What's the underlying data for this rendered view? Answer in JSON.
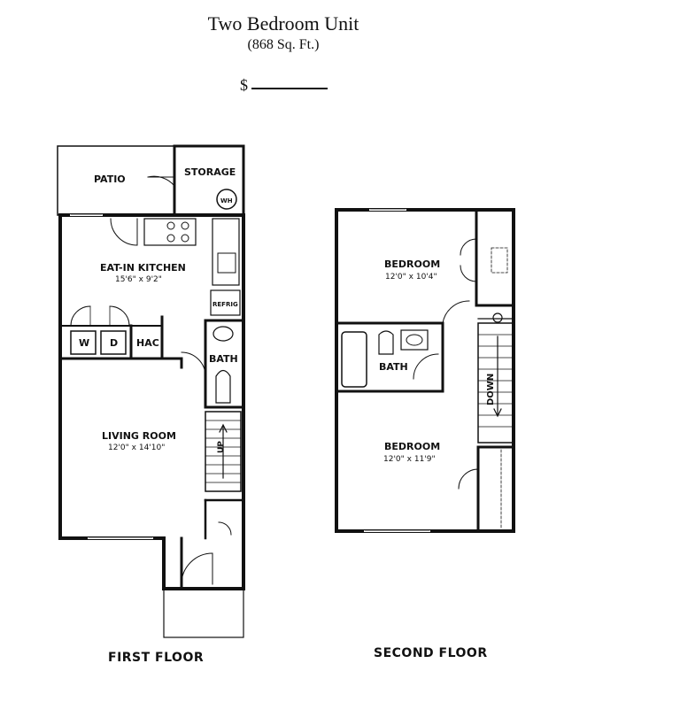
{
  "header": {
    "title": "Two Bedroom Unit",
    "subtitle": "(868 Sq. Ft.)",
    "price_prefix": "$"
  },
  "first_floor": {
    "label": "FIRST FLOOR",
    "rooms": {
      "patio": "PATIO",
      "storage": "STORAGE",
      "water_heater": "WH",
      "kitchen": "EAT-IN KITCHEN",
      "kitchen_dim": "15'6\" x 9'2\"",
      "refrig": "REFRIG",
      "washer": "W",
      "dryer": "D",
      "hac": "HAC",
      "bath": "BATH",
      "living": "LIVING ROOM",
      "living_dim": "12'0\" x 14'10\"",
      "stairs_up": "UP"
    }
  },
  "second_floor": {
    "label": "SECOND FLOOR",
    "rooms": {
      "bedroom1": "BEDROOM",
      "bedroom1_dim": "12'0\" x 10'4\"",
      "bath": "BATH",
      "stairs_down": "DOWN",
      "bedroom2": "BEDROOM",
      "bedroom2_dim": "12'0\" x 11'9\""
    }
  }
}
